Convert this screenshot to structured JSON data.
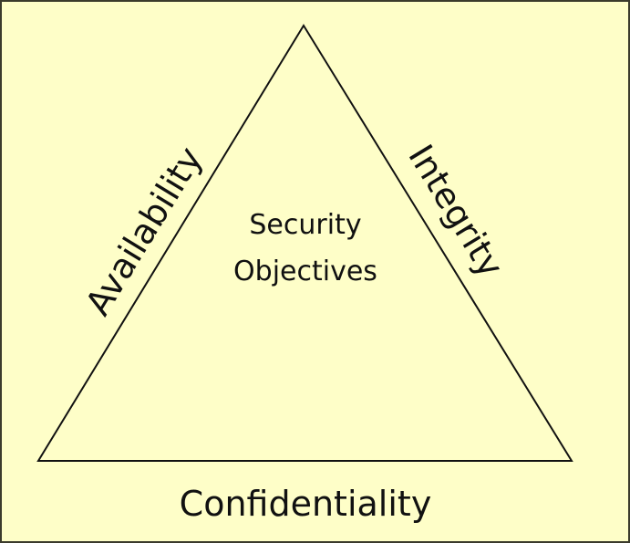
{
  "diagram": {
    "center_title_line1": "Security",
    "center_title_line2": "Objectives",
    "left_side_label": "Availability",
    "right_side_label": "Integrity",
    "bottom_label": "Confidentiality",
    "colors": {
      "background": "#fefec8",
      "line": "#111111"
    }
  }
}
